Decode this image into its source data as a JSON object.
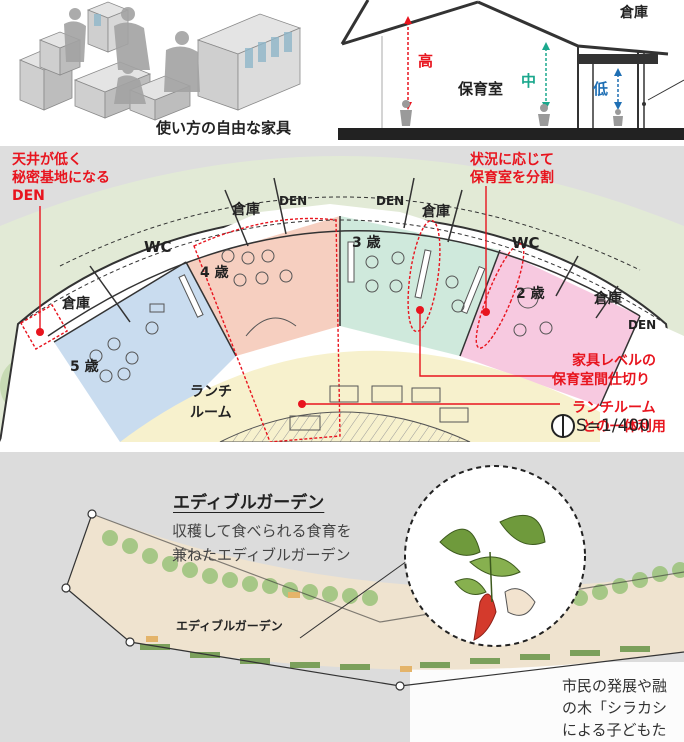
{
  "top_left_caption": "使い方の自由な家具",
  "section": {
    "storage": "倉庫",
    "room": "保育室",
    "high": "高",
    "mid": "中",
    "low": "低"
  },
  "plan": {
    "den_note": "天井が低く\n秘密基地になる\nDEN",
    "divide_note": "状況に応じて\n保育室を分割",
    "furniture_note_1": "家具レベルの",
    "furniture_note_2": "保育室間仕切り",
    "lunch_note_1": "ランチルーム",
    "lunch_note_2": "との一体利用",
    "storage_labels": [
      "倉庫",
      "倉庫",
      "倉庫",
      "倉庫"
    ],
    "den_labels": [
      "DEN",
      "DEN",
      "DEN"
    ],
    "wc_labels": [
      "WC",
      "WC"
    ],
    "age_5": "5 歳",
    "age_4": "4 歳",
    "age_3": "3 歳",
    "age_2": "2 歳",
    "lunch_room_1": "ランチ",
    "lunch_room_2": "ルーム",
    "scale": "S=1/400"
  },
  "garden": {
    "heading": "エディブルガーデン",
    "desc_1": "収穫して食べられる食育を",
    "desc_2": "兼ねたエディブルガーデン",
    "map_label": "エディブルガーデン",
    "text_1": "市民の発展や融",
    "text_2": "の木「シラカシ",
    "text_3": "による子どもた"
  },
  "colors": {
    "accent_red": "#e8141e",
    "room_blue": "#c9dcef",
    "room_orange": "#f6cfc0",
    "room_green": "#cfe9dc",
    "room_pink": "#f7c9e0",
    "lunch_yellow": "#f7f1cd",
    "teal_arrow": "#1ba88d",
    "blue_arrow": "#1f6fb4",
    "green_surround": "#e2ead6"
  }
}
